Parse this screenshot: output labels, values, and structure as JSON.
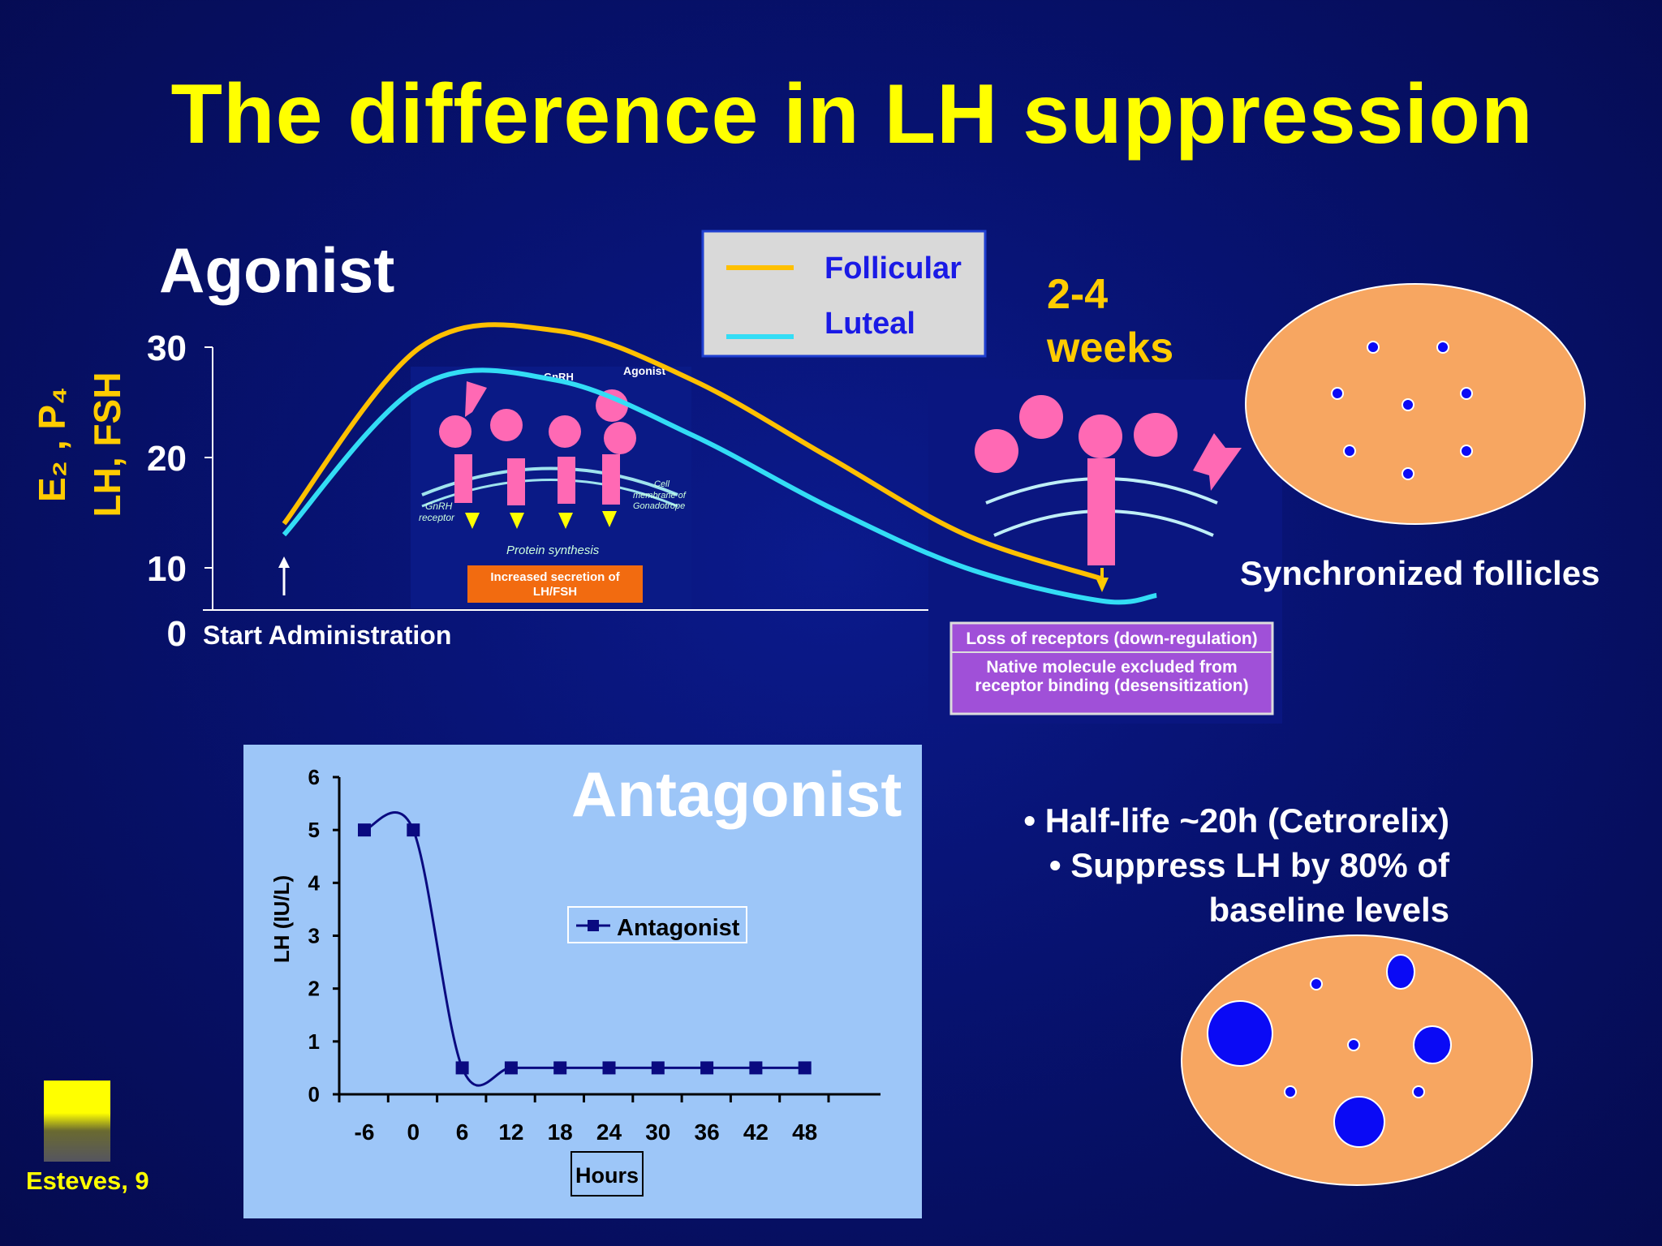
{
  "slide": {
    "title": "The difference in LH suppression",
    "credit": "Esteves, 9",
    "colors": {
      "background": "#071270",
      "title": "#ffff00",
      "follicle_fill": "#f7a661",
      "follicle_dot": "#0a0af5"
    }
  },
  "agonist": {
    "heading": "Agonist",
    "duration_line1": "2-4",
    "duration_line2": "weeks",
    "arrow_label": "Start Administration",
    "follicles_label": "Synchronized follicles",
    "inset_left": {
      "gnrh": "GnRH",
      "agonist": "Agonist",
      "receptor_line1": "GnRH",
      "receptor_line2": "receptor",
      "cell_line1": "Cell",
      "cell_line2": "membrane of",
      "cell_line3": "Gonadotrope",
      "protein": "Protein synthesis",
      "secretion_line1": "Increased secretion of",
      "secretion_line2": "LH/FSH"
    },
    "inset_right": {
      "loss": "Loss of receptors (down-regulation)",
      "native_line1": "Native molecule excluded from",
      "native_line2": "receptor binding (desensitization)"
    }
  },
  "antagonist": {
    "heading": "Antagonist",
    "bullet1": "• Half-life ~20h (Cetrorelix)",
    "bullet2": "• Suppress LH by 80% of",
    "bullet3": "baseline levels"
  },
  "chart_data": [
    {
      "type": "line",
      "ylabel_line1": "E₂ , P₄",
      "ylabel_line2": "LH, FSH",
      "yticks": [
        "30",
        "20",
        "10",
        "0"
      ],
      "legend_position": "top-center",
      "series": [
        {
          "name": "Follicular",
          "color": "#ffc000",
          "x": [
            0,
            1,
            2,
            3,
            4,
            5,
            6
          ],
          "y": [
            14,
            30,
            31.5,
            27,
            20,
            13,
            9
          ]
        },
        {
          "name": "Luteal",
          "color": "#33ddf5",
          "x": [
            0,
            1,
            2,
            3,
            4,
            5,
            6,
            6.4
          ],
          "y": [
            13,
            26.5,
            27,
            22,
            15.5,
            10,
            7,
            7.5
          ]
        }
      ]
    },
    {
      "type": "line",
      "xlabel": "Hours",
      "ylabel": "LH (IU/L)",
      "ylim": [
        0,
        6
      ],
      "yticks": [
        "0",
        "1",
        "2",
        "3",
        "4",
        "5",
        "6"
      ],
      "xticks": [
        "-6",
        "0",
        "6",
        "12",
        "18",
        "24",
        "30",
        "36",
        "42",
        "48"
      ],
      "legend_position": "center",
      "series": [
        {
          "name": "Antagonist",
          "color": "#0a0a80",
          "x": [
            -6,
            0,
            6,
            12,
            18,
            24,
            30,
            36,
            42,
            48
          ],
          "y": [
            5,
            5,
            0.5,
            0.5,
            0.5,
            0.5,
            0.5,
            0.5,
            0.5,
            0.5
          ]
        }
      ]
    }
  ]
}
